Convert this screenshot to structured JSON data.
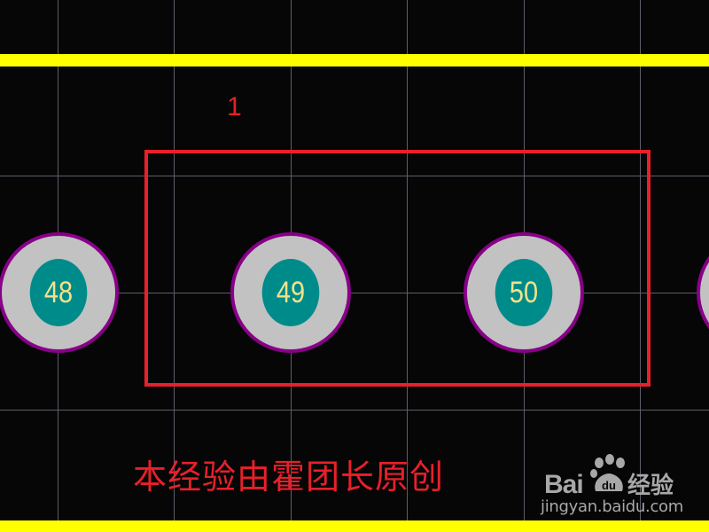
{
  "colors": {
    "background": "#060606",
    "grid": "#5e5e6a",
    "track": "#ffff00",
    "overlay": "#e8202a",
    "pad_ring": "#880088",
    "pad_copper": "#c2c2c2",
    "pad_hole": "#008b8b",
    "pad_label": "#f2e28a",
    "watermark": "#a8a8a8"
  },
  "pcb": {
    "component_designator": "1",
    "pads": [
      {
        "label": "48"
      },
      {
        "label": "49"
      },
      {
        "label": "50"
      },
      {
        "label": ""
      }
    ],
    "grid_x": [
      65,
      196,
      328,
      459,
      591,
      722
    ],
    "grid_y": [
      198,
      330,
      462
    ]
  },
  "annotation": {
    "text": "本经验由霍团长原创"
  },
  "watermark": {
    "brand": "Bai",
    "brand_du": "du",
    "brand_cn": "经验",
    "url": "jingyan.baidu.com"
  }
}
